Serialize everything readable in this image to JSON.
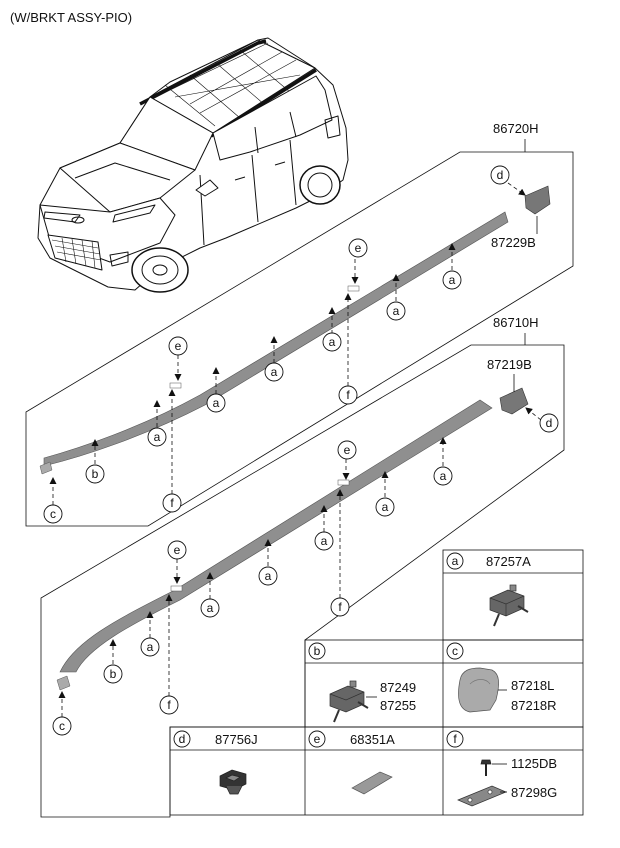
{
  "header": {
    "note": "(W/BRKT ASSY-PIO)"
  },
  "colors": {
    "line": "#111111",
    "part_gray": "#8f8f8f",
    "part_dark": "#4a4a4a",
    "part_light": "#c8c8c8"
  },
  "assemblies": {
    "upper": {
      "number": "86720H",
      "end_cap_number": "87229B"
    },
    "lower": {
      "number": "86710H",
      "end_cap_number": "87219B"
    }
  },
  "callouts": {
    "a": "a",
    "b": "b",
    "c": "c",
    "d": "d",
    "e": "e",
    "f": "f"
  },
  "legend": {
    "a": {
      "letter": "a",
      "parts": [
        "87257A"
      ]
    },
    "b": {
      "letter": "b",
      "parts": [
        "87249",
        "87255"
      ]
    },
    "c": {
      "letter": "c",
      "parts": [
        "87218L",
        "87218R"
      ]
    },
    "d": {
      "letter": "d",
      "parts": [
        "87756J"
      ]
    },
    "e": {
      "letter": "e",
      "parts": [
        "68351A"
      ]
    },
    "f": {
      "letter": "f",
      "parts": [
        "1125DB",
        "87298G"
      ]
    }
  }
}
